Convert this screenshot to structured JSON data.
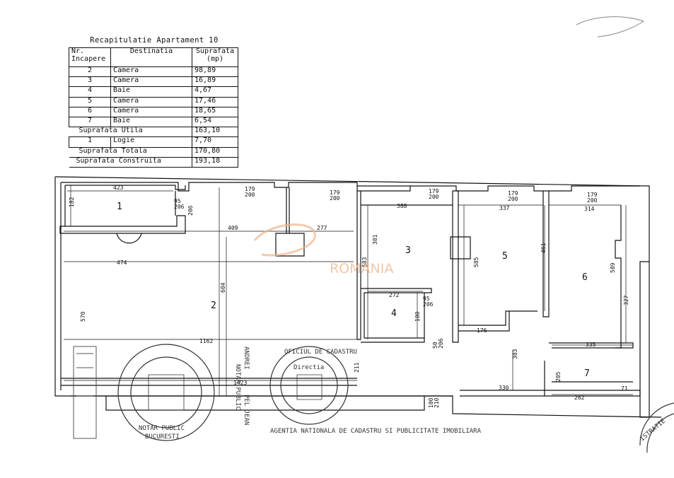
{
  "summary": {
    "title": "Recapitulatie Apartament 10",
    "headers": {
      "nr_line1": "Nr.",
      "nr_line2": "Incapere",
      "destinatia": "Destinatia",
      "suprafata_line1": "Suprafata",
      "suprafata_line2": "(mp)"
    },
    "rows": [
      {
        "nr": "2",
        "name": "Camera",
        "area": "98,89"
      },
      {
        "nr": "3",
        "name": "Camera",
        "area": "16,89"
      },
      {
        "nr": "4",
        "name": "Baie",
        "area": "4,67"
      },
      {
        "nr": "5",
        "name": "Camera",
        "area": "17,46"
      },
      {
        "nr": "6",
        "name": "Camera",
        "area": "18,65"
      },
      {
        "nr": "7",
        "name": "Baie",
        "area": "6,54"
      }
    ],
    "suprafata_utila": {
      "label": "Suprafata Utila",
      "value": "163,10"
    },
    "logie": {
      "nr": "1",
      "name": "Logie",
      "area": "7,70"
    },
    "suprafata_totala": {
      "label": "Suprafata Totala",
      "value": "170,80"
    },
    "suprafata_construita": {
      "label": "Suprafata Construita",
      "value": "193,18"
    }
  },
  "plan": {
    "rooms": [
      "1",
      "2",
      "3",
      "4",
      "5",
      "6",
      "7"
    ],
    "dims": {
      "d423": "423",
      "d182": "182",
      "d95": "95",
      "d206a": "206",
      "d206b": "206",
      "d409": "409",
      "d277": "277",
      "d474": "474",
      "d604": "604",
      "d570": "570",
      "d1162": "1162",
      "d1423": "1423",
      "d179a": "179",
      "d200a": "200",
      "d179b": "179",
      "d200b": "200",
      "d179c": "179",
      "d200c": "200",
      "d179d": "179",
      "d200d": "200",
      "d179e": "179",
      "d200e": "200",
      "d388": "388",
      "d337": "337",
      "d314": "314",
      "d381": "381",
      "d583": "583",
      "d585": "585",
      "d461": "461",
      "d589": "589",
      "d327": "327",
      "d272": "272",
      "d188": "188",
      "d176": "176",
      "d335": "335",
      "d303": "303",
      "d330": "330",
      "d262": "262",
      "d205": "205",
      "d71": "71",
      "d211": "211",
      "d95b": "95",
      "d206c": "206",
      "d50": "50",
      "d206d": "206",
      "d100": "100",
      "d210": "210"
    },
    "watermark": "ROMANIA"
  },
  "stamps": {
    "notary_text": "NOTAR PUBLIC",
    "notary_city": "BUCURESTI",
    "notary_name_line1": "ANDREI",
    "notary_name_line2": "PEL JEAN",
    "notary_name_line3": "NOTAR PUBLIC",
    "agency_text": "AGENTIA NATIONALA DE CADASTRU SI PUBLICITATE IMOBILIARA",
    "agency_sub": "OFICIUL DE CADASTRU",
    "agency_dir": "Directia",
    "corner_right": "ISTRATIE"
  },
  "colors": {
    "ink": "#111111",
    "watermark": "#f0b48a",
    "stamp": "#333333"
  }
}
